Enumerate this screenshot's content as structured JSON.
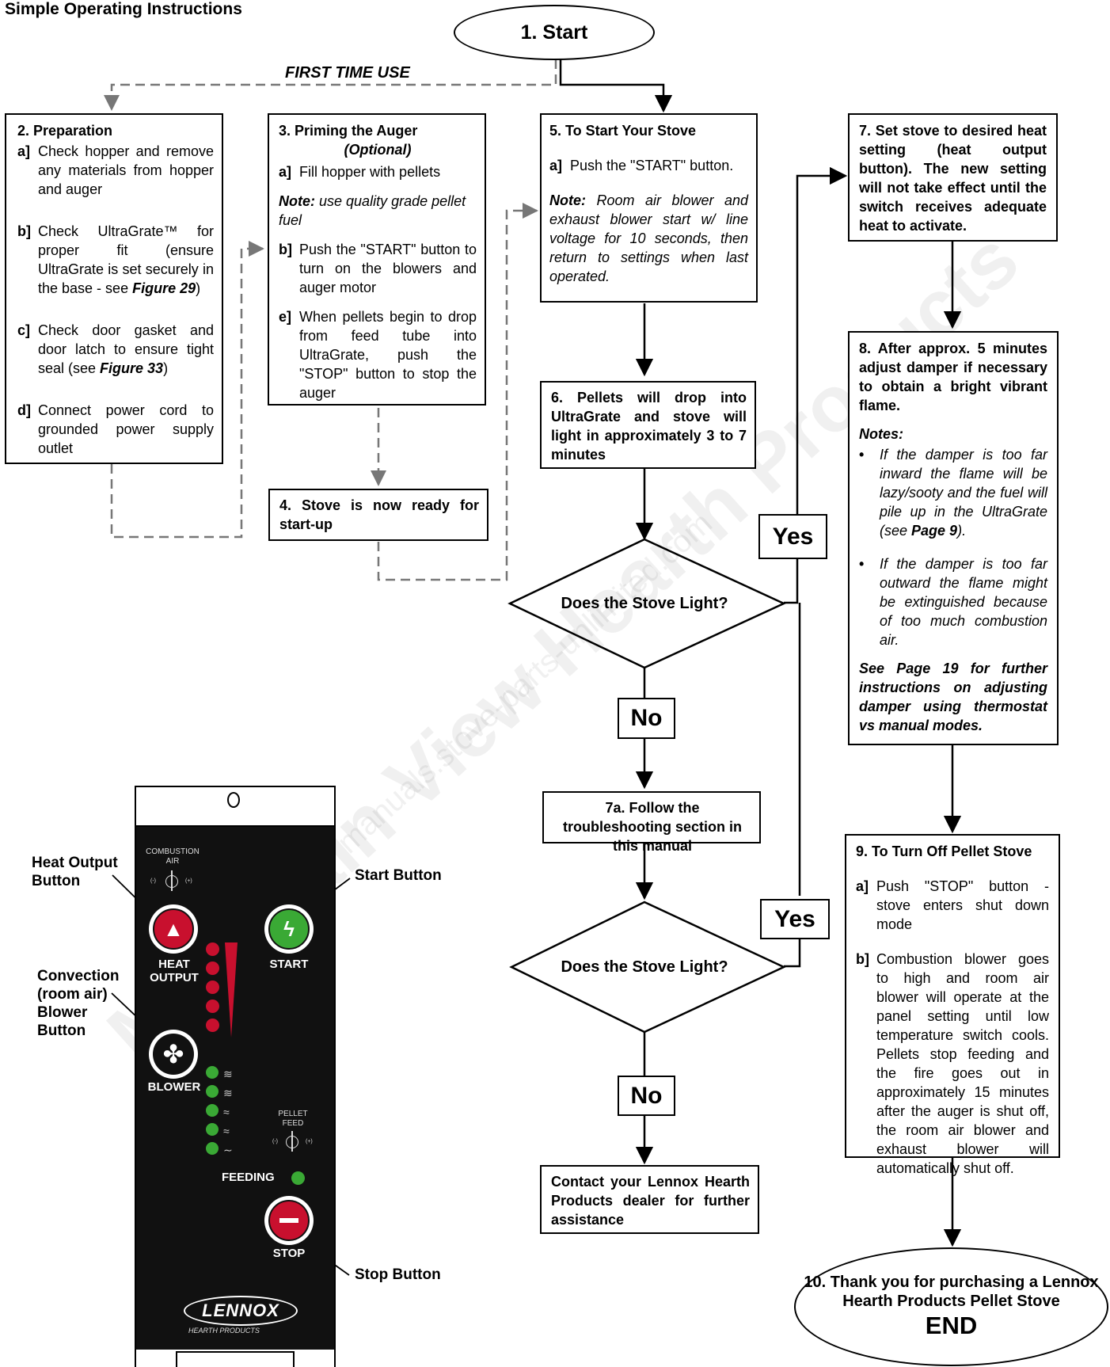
{
  "page_title": "Simple Operating Instructions",
  "first_time_use": "FIRST TIME USE",
  "start": "1. Start",
  "step2": {
    "title": "2. Preparation",
    "items": [
      {
        "label": "a]",
        "text": "Check hopper and remove any materials from hopper and auger"
      },
      {
        "label": "b]",
        "text_a": "Check UltraGrate™ for proper fit (ensure UltraGrate is set securely in the base - see ",
        "ref": "Figure 29",
        "text_b": ")"
      },
      {
        "label": "c]",
        "text_a": "Check door gasket and door latch to ensure tight seal (see ",
        "ref": "Figure 33",
        "text_b": ")"
      },
      {
        "label": "d]",
        "text": "Connect power cord to grounded power supply outlet"
      }
    ]
  },
  "step3": {
    "title": "3. Priming the Auger",
    "subtitle": "(Optional)",
    "a_label": "a]",
    "a_text": "Fill hopper with pellets",
    "note_label": "Note:",
    "note_text": "use quality grade pellet fuel",
    "b_label": "b]",
    "b_text": "Push the \"START\" button to turn on the blowers and auger motor",
    "e_label": "e]",
    "e_text": "When pellets begin to drop from feed tube into UltraGrate, push the \"STOP\" button to stop the auger"
  },
  "step4": "4. Stove is now ready for start-up",
  "step5": {
    "title": "5. To Start Your Stove",
    "a_label": "a]",
    "a_text": "Push the \"START\" button.",
    "note_label": "Note:",
    "note_text": "Room air blower and exhaust blower start w/ line voltage for 10 seconds, then return to settings when last operated."
  },
  "step6": "6. Pellets will drop into UltraGrate and stove will light in approximately 3 to 7 minutes",
  "step7": "7. Set stove to desired heat setting (heat output button). The new setting will not take effect until the switch receives adequate heat to activate.",
  "step7a": "7a. Follow the troubleshooting section in this manual",
  "step8": {
    "title": "8. After approx. 5 minutes adjust damper if necessary to obtain a bright vibrant flame.",
    "notes_label": "Notes:",
    "note1_a": "If the damper is too far inward the flame will be lazy/sooty and the fuel will pile up in the UltraGrate (see ",
    "note1_ref": "Page 9",
    "note1_b": ").",
    "note2": "If the damper is too far outward the flame might be extinguished because of too much combustion air.",
    "footer": "See Page 19 for further instructions on adjusting damper using thermostat vs manual modes."
  },
  "step9": {
    "title": "9. To Turn Off Pellet Stove",
    "a_label": "a]",
    "a_text": "Push \"STOP\" button - stove enters shut down mode",
    "b_label": "b]",
    "b_text": "Combustion blower goes to high and room air blower will operate at the panel setting until low temperature switch cools. Pellets stop feeding and the fire goes out in approximately 15 minutes after the auger is shut off, the room air blower and exhaust blower will automatically shut off."
  },
  "step10": {
    "line1": "10. Thank you for purchasing a Lennox",
    "line2": "Hearth Products Pellet Stove",
    "end": "END"
  },
  "decision1": "Does the Stove Light?",
  "decision2": "Does the Stove Light?",
  "yes": "Yes",
  "no": "No",
  "contact": "Contact your Lennox Hearth Products dealer for further assistance",
  "panel": {
    "combustion_air": [
      "COMBUSTION",
      "AIR"
    ],
    "minus": "(-)",
    "plus": "(+)",
    "heat_output": [
      "HEAT",
      "OUTPUT"
    ],
    "start": "START",
    "blower": "BLOWER",
    "pellet_feed": [
      "PELLET",
      "FEED"
    ],
    "feeding": "FEEDING",
    "stop": "STOP",
    "brand": "LENNOX",
    "brand_sub": "HEARTH PRODUCTS",
    "colors": {
      "red": "#c8102e",
      "green": "#3aa935",
      "panel": "#111111"
    }
  },
  "callouts": {
    "heat_output": [
      "Heat Output",
      "Button"
    ],
    "start": "Start Button",
    "convection": [
      "Convection",
      "(room air)",
      "Blower",
      "Button"
    ],
    "stop": "Stop Button"
  },
  "watermark": [
    "Mountain View Hearth Products",
    "manuals.stove-parts-unlimited.com"
  ]
}
